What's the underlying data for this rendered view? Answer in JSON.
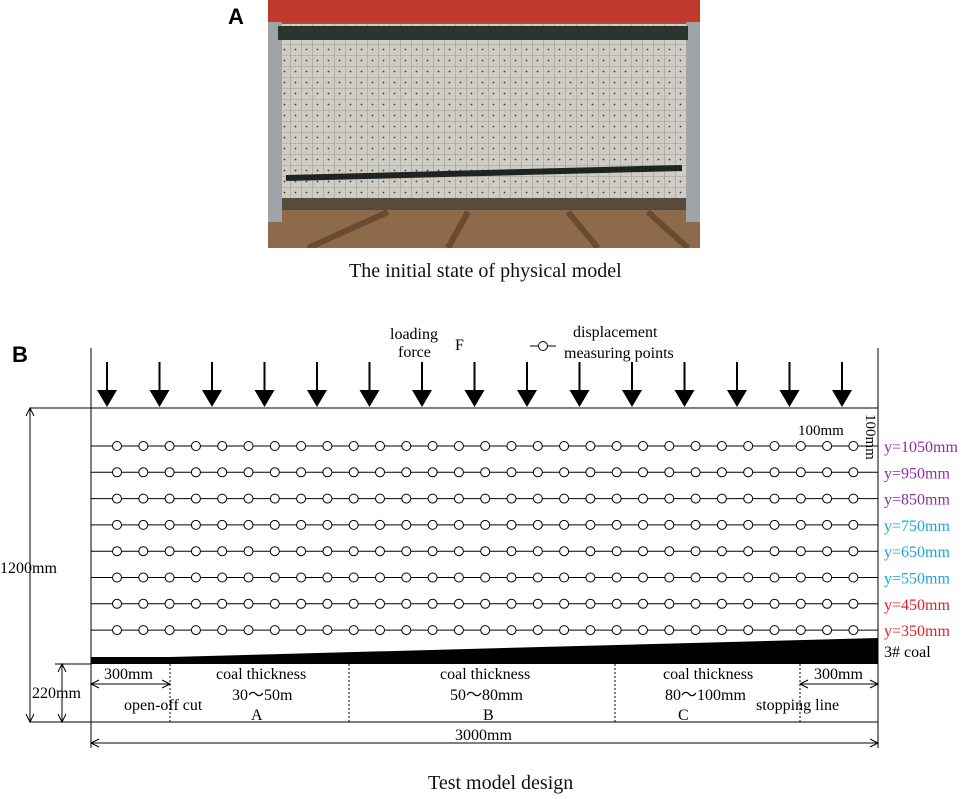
{
  "panel_a": {
    "label": "A",
    "caption": "The initial state of physical model"
  },
  "panel_b": {
    "label": "B",
    "caption": "Test model design",
    "legend": {
      "loading_label_line1": "loading",
      "loading_label_line2": "force",
      "force_symbol": "F",
      "measure_label_line1": "displacement",
      "measure_label_line2": "measuring points"
    },
    "spacing_h": "100mm",
    "spacing_v": "100mm",
    "rows": [
      {
        "label": "y=1050mm",
        "color": "#8b2fa0"
      },
      {
        "label": "y=950mm",
        "color": "#8b2fa0"
      },
      {
        "label": "y=850mm",
        "color": "#8b2fa0"
      },
      {
        "label": "y=750mm",
        "color": "#1aa6d9"
      },
      {
        "label": "y=650mm",
        "color": "#1aa6d9"
      },
      {
        "label": "y=550mm",
        "color": "#1aa6d9"
      },
      {
        "label": "y=450mm",
        "color": "#e0202a"
      },
      {
        "label": "y=350mm",
        "color": "#e0202a"
      }
    ],
    "coal_seam_label": "3# coal",
    "height_total": "1200mm",
    "height_bottom": "220mm",
    "width_total": "3000mm",
    "left_segment": "300mm",
    "right_segment": "300mm",
    "open_off_cut": "open-off cut",
    "stopping_line": "stopping line",
    "zones": [
      {
        "title": "coal thickness",
        "range": "30～50m",
        "name": "A"
      },
      {
        "title": "coal thickness",
        "range": "50～80mm",
        "name": "B"
      },
      {
        "title": "coal thickness",
        "range": "80～100mm",
        "name": "C"
      }
    ]
  }
}
